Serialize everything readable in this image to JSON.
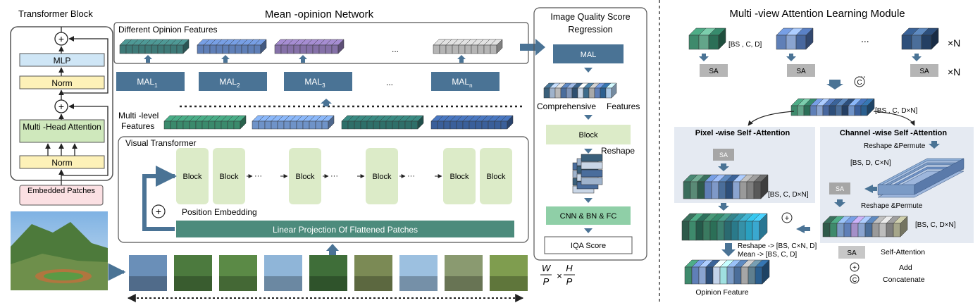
{
  "transformer_block": {
    "title": "Transformer Block",
    "mlp": "MLP",
    "norm_top": "Norm",
    "attention": "Multi -Head Attention",
    "norm_bottom": "Norm",
    "plus": "+",
    "embedded_patches": "Embedded Patches"
  },
  "mean_opinion": {
    "title": "Mean -opinion Network",
    "diff_opinion_features": "Different Opinion Features",
    "ellipsis": "...",
    "mal_labels": [
      "MAL1",
      "MAL2",
      "MAL3",
      "...",
      "MALn"
    ],
    "multilevel_features": "Multi -level Features",
    "visual_transformer": "Visual Transformer",
    "block": "Block",
    "dots": "···",
    "position_embedding": "Position Embedding",
    "linear_projection": "Linear Projection Of Flattened Patches",
    "plus": "+"
  },
  "formula": {
    "w": "W",
    "p": "P",
    "h": "H",
    "times": "×"
  },
  "iqa": {
    "title": "Image Quality Score Regression",
    "mal": "MAL",
    "comprehensive": "Comprehensive",
    "features": "Features",
    "block": "Block",
    "reshape": "Reshape",
    "cnn": "CNN  & BN & FC",
    "score": "IQA Score"
  },
  "mval": {
    "title": "Multi -view Attention Learning Module",
    "dim_bcd": "[BS , C, D]",
    "sa": "SA",
    "times_n": "×N",
    "ellipsis": "...",
    "concat_symbol": "C",
    "dim_bcdn": "[BS , C, D×N]",
    "pixel_wise": "Pixel -wise Self -Attention",
    "channel_wise": "Channel -wise Self -Attention",
    "reshape_permute_1": "Reshape &Permute",
    "dim_bdcn": "[BS, D, C×N]",
    "reshape_permute_2": "Reshape &Permute",
    "dim_bcdn_2": "[BS, C, D×N]",
    "dim_bcdn_3": "[BS, C, D×N]",
    "reshape_line": "Reshape  -> [BS, C×N, D]",
    "mean_line": "Mean  -> [BS, C, D]",
    "opinion_feature": "Opinion Feature",
    "legend": {
      "sa_box": "SA",
      "sa_label": "Self-Attention",
      "add_label": "Add",
      "concat_label": "Concatenate"
    }
  },
  "colors": {
    "accent_blue": "#4a7395",
    "green_block": "#dcebc8",
    "mlp_blue": "#cfe6f6",
    "norm_yellow": "#fdf1b8",
    "attn_green": "#cfe8bc",
    "embed_pink": "#fbe0e3",
    "linear_green": "#4c8b7c",
    "panel_blue": "#e5eaf2"
  }
}
